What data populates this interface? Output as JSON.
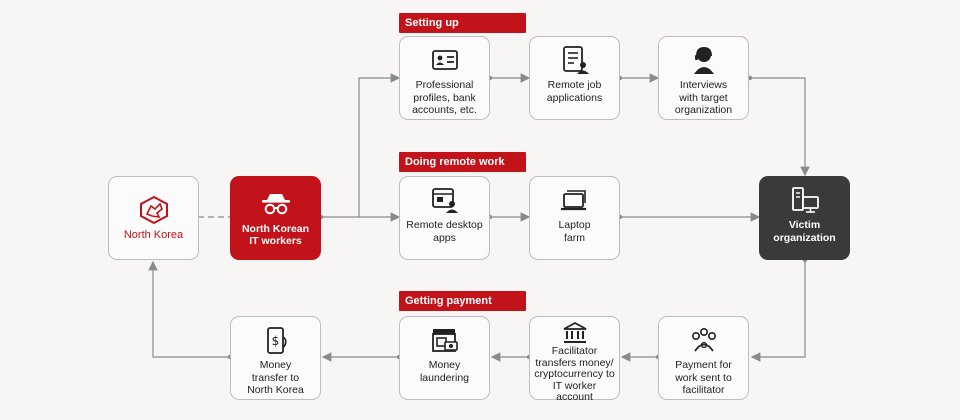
{
  "sections": {
    "setup": "Setting up",
    "remote": "Doing remote work",
    "payment": "Getting payment"
  },
  "nodes": {
    "north_korea": "North Korea",
    "it_workers": "North Korean\nIT workers",
    "profiles": "Professional\nprofiles, bank\naccounts, etc.",
    "job_apps": "Remote job\napplications",
    "interviews": "Interviews\nwith target\norganization",
    "desktop_apps": "Remote desktop\napps",
    "laptop_farm": "Laptop\nfarm",
    "victim": "Victim\norganization",
    "payment_sent": "Payment for\nwork sent to\nfacilitator",
    "facilitator": "Facilitator\ntransfers money/\ncryptocurrency to\nIT worker account",
    "laundering": "Money\nlaundering",
    "transfer": "Money\ntransfer to\nNorth Korea"
  },
  "colors": {
    "accent": "#c2121a",
    "dark": "#3a3a3a",
    "line": "#8a8a8a",
    "border": "#bdbdbd"
  },
  "icons": {
    "north_korea": "korea-map-icon",
    "it_workers": "spy-icon",
    "profiles": "id-card-icon",
    "job_apps": "application-form-icon",
    "interviews": "interview-person-icon",
    "desktop_apps": "remote-desktop-icon",
    "laptop_farm": "laptop-stack-icon",
    "victim": "organization-devices-icon",
    "payment_sent": "people-group-icon",
    "facilitator": "bank-icon",
    "laundering": "laundering-machine-icon",
    "transfer": "mobile-money-icon"
  }
}
